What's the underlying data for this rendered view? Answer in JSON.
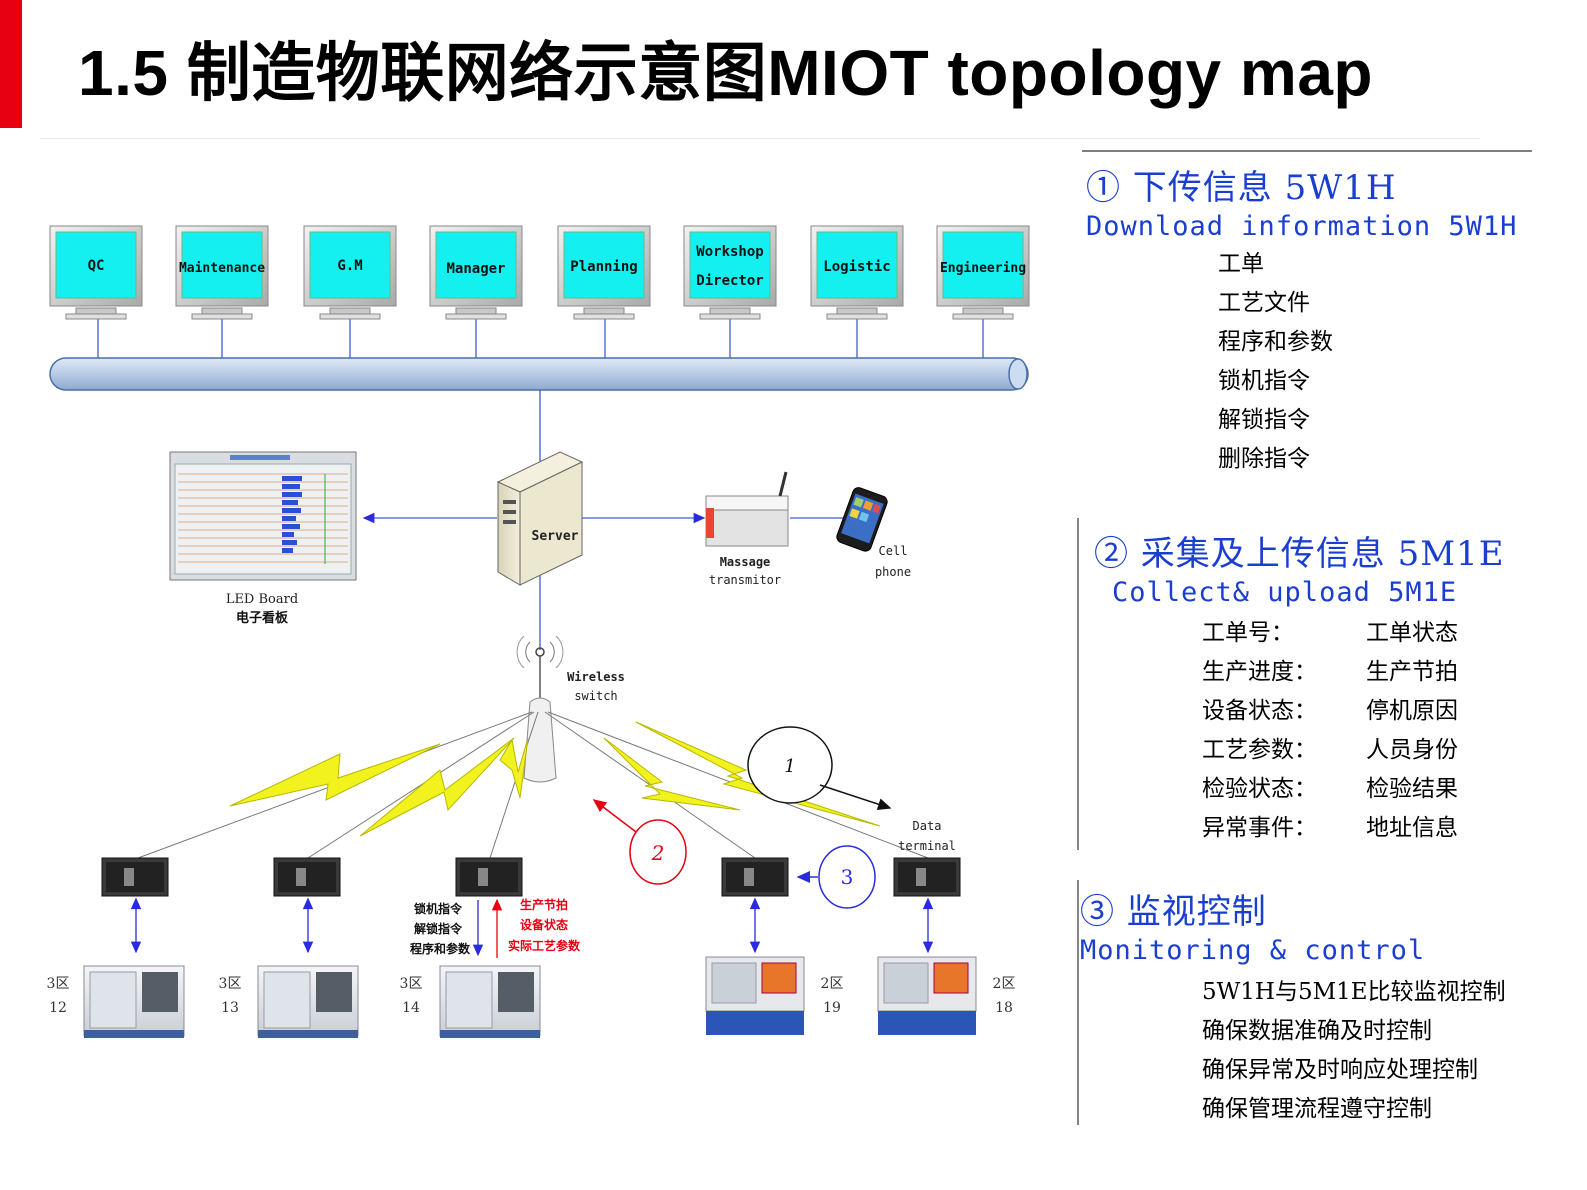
{
  "title": "1.5 制造物联网络示意图MIOT topology map",
  "monitors": [
    "QC",
    "Maintenance",
    "G.M",
    "Manager",
    "Planning",
    "Workshop Director",
    "Logistic",
    "Engineering"
  ],
  "server_label": "Server",
  "led_board": {
    "label_en": "LED Board",
    "label_cn": "电子看板"
  },
  "message_transmitter": "Massage transmitor",
  "cell_phone": "Cell phone",
  "wireless_switch": "Wireless switch",
  "data_terminal": "Data terminal",
  "callouts": [
    "1",
    "2",
    "3"
  ],
  "machine14_left_notes": [
    "锁机指令",
    "解锁指令",
    "程序和参数"
  ],
  "machine14_right_notes": [
    "生产节拍",
    "设备状态",
    "实际工艺参数"
  ],
  "machines": [
    {
      "zone": "3区",
      "id": "12"
    },
    {
      "zone": "3区",
      "id": "13"
    },
    {
      "zone": "3区",
      "id": "14"
    },
    {
      "zone": "2区",
      "id": "19"
    },
    {
      "zone": "2区",
      "id": "18"
    }
  ],
  "panel1": {
    "heading_cn": "① 下传信息 5W1H",
    "heading_en": "Download information 5W1H",
    "items": [
      "工单",
      "工艺文件",
      "程序和参数",
      "锁机指令",
      "解锁指令",
      "删除指令"
    ]
  },
  "panel2": {
    "heading_cn": "② 采集及上传信息 5M1E",
    "heading_en": "Collect& upload 5M1E",
    "rows": [
      [
        "工单号：",
        "工单状态"
      ],
      [
        "生产进度：",
        "生产节拍"
      ],
      [
        "设备状态：",
        "停机原因"
      ],
      [
        "工艺参数：",
        "人员身份"
      ],
      [
        "检验状态：",
        "检验结果"
      ],
      [
        "异常事件：",
        "地址信息"
      ]
    ]
  },
  "panel3": {
    "heading_cn": "③ 监视控制",
    "heading_en": "Monitoring & control",
    "items": [
      "5W1H与5M1E比较监视控制",
      "确保数据准确及时控制",
      "确保异常及时响应处理控制",
      "确保管理流程遵守控制"
    ]
  },
  "colors": {
    "accent_red": "#e60012",
    "screen_cyan": "#14f0f0",
    "bus_blue": "#b8cde8",
    "panel_blue": "#1a3fd0",
    "lightning": "#f2f21e"
  }
}
